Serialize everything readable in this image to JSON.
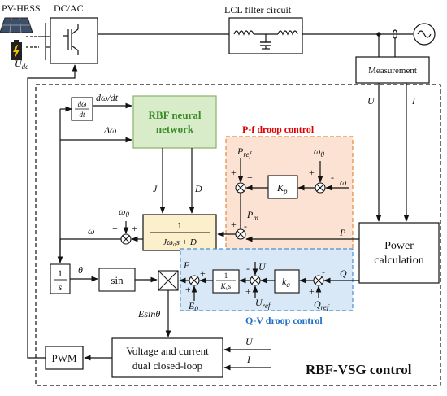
{
  "source": {
    "pv_hess": "PV-HESS",
    "udc": "U",
    "udc_sub": "dc",
    "dcac": "DC/AC"
  },
  "grid": {
    "lcl": "LCL filter circuit",
    "measurement": "Measurement",
    "u": "U",
    "i": "I"
  },
  "control": {
    "title": "RBF-VSG control",
    "d_dt_top": "dω/dt",
    "d_dt_num": "dω",
    "d_dt_den": "dt",
    "delta_omega": "Δω",
    "rbf_line1": "RBF neural",
    "rbf_line2": "network",
    "j": "J",
    "d": "D",
    "omega": "ω",
    "omega0_a": "ω",
    "omega0_sub": "0",
    "plus": "+",
    "minus": "-",
    "inertia_num": "1",
    "inertia_den": "Jω₀s + D",
    "p": "P",
    "pf_title": "P-f droop control",
    "p_ref": "P",
    "p_ref_sub": "ref",
    "p_m": "P",
    "p_m_sub": "m",
    "kp": "K",
    "kp_sub": "p",
    "integrator_num": "1",
    "integrator_den": "s",
    "theta": "θ",
    "sin": "sin",
    "e": "E",
    "e0": "E",
    "e0_sub": "0",
    "ks_num": "1",
    "ks_den": "K",
    "ks_den_sub": "v",
    "ks_den_s": "s",
    "kq": "k",
    "kq_sub": "q",
    "u_fb": "U",
    "uref": "U",
    "uref_sub": "ref",
    "q": "Q",
    "qref": "Q",
    "qref_sub": "ref",
    "qv_title": "Q-V droop control",
    "power_calc_line1": "Power",
    "power_calc_line2": "calculation",
    "esin": "Esinθ",
    "vc_line1": "Voltage and current",
    "vc_line2": "dual closed-loop",
    "pwm": "PWM",
    "u_in": "U",
    "i_in": "I"
  },
  "colors": {
    "rbf_fill": "#d9ecc9",
    "rbf_stroke": "#8ab06a",
    "rbf_text": "#3a8a2a",
    "pf_fill": "#fbe2d2",
    "pf_stroke": "#e48a3c",
    "pf_text": "#e00000",
    "qv_fill": "#d8e8f6",
    "qv_stroke": "#4a90d0",
    "qv_text": "#1f6fc4",
    "inertia_fill": "#fbefcc"
  }
}
